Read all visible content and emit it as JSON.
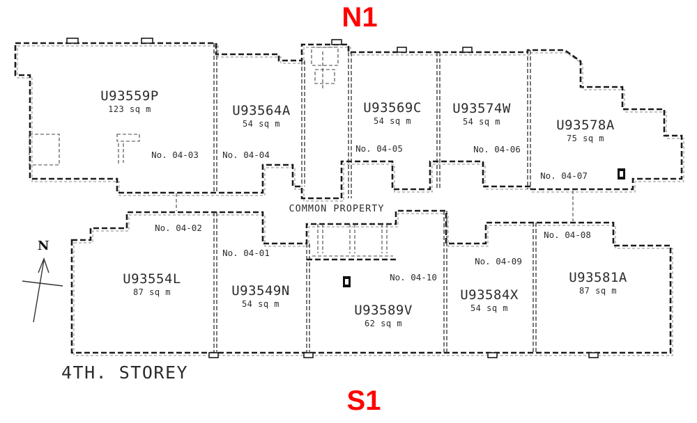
{
  "annotations": {
    "north_label": "N1",
    "south_label": "S1",
    "accent_red": "#ff0000"
  },
  "plan": {
    "common_property": "COMMON PROPERTY",
    "storey_label": "4TH. STOREY",
    "compass_letter": "N"
  },
  "units": [
    {
      "name": "U93559P",
      "area": "123 sq m",
      "no": "No. 04-03"
    },
    {
      "name": "U93564A",
      "area": "54 sq m",
      "no": "No. 04-04"
    },
    {
      "name": "U93569C",
      "area": "54 sq m",
      "no": "No. 04-05"
    },
    {
      "name": "U93574W",
      "area": "54 sq m",
      "no": "No. 04-06"
    },
    {
      "name": "U93578A",
      "area": "75 sq m",
      "no": "No. 04-07"
    },
    {
      "name": "U93554L",
      "area": "87 sq m",
      "no": "No. 04-02"
    },
    {
      "name": "U93549N",
      "area": "54 sq m",
      "no": "No. 04-01"
    },
    {
      "name": "U93589V",
      "area": "62 sq m",
      "no": "No. 04-10"
    },
    {
      "name": "U93584X",
      "area": "54 sq m",
      "no": "No. 04-09"
    },
    {
      "name": "U93581A",
      "area": "87 sq m",
      "no": "No. 04-08"
    }
  ]
}
